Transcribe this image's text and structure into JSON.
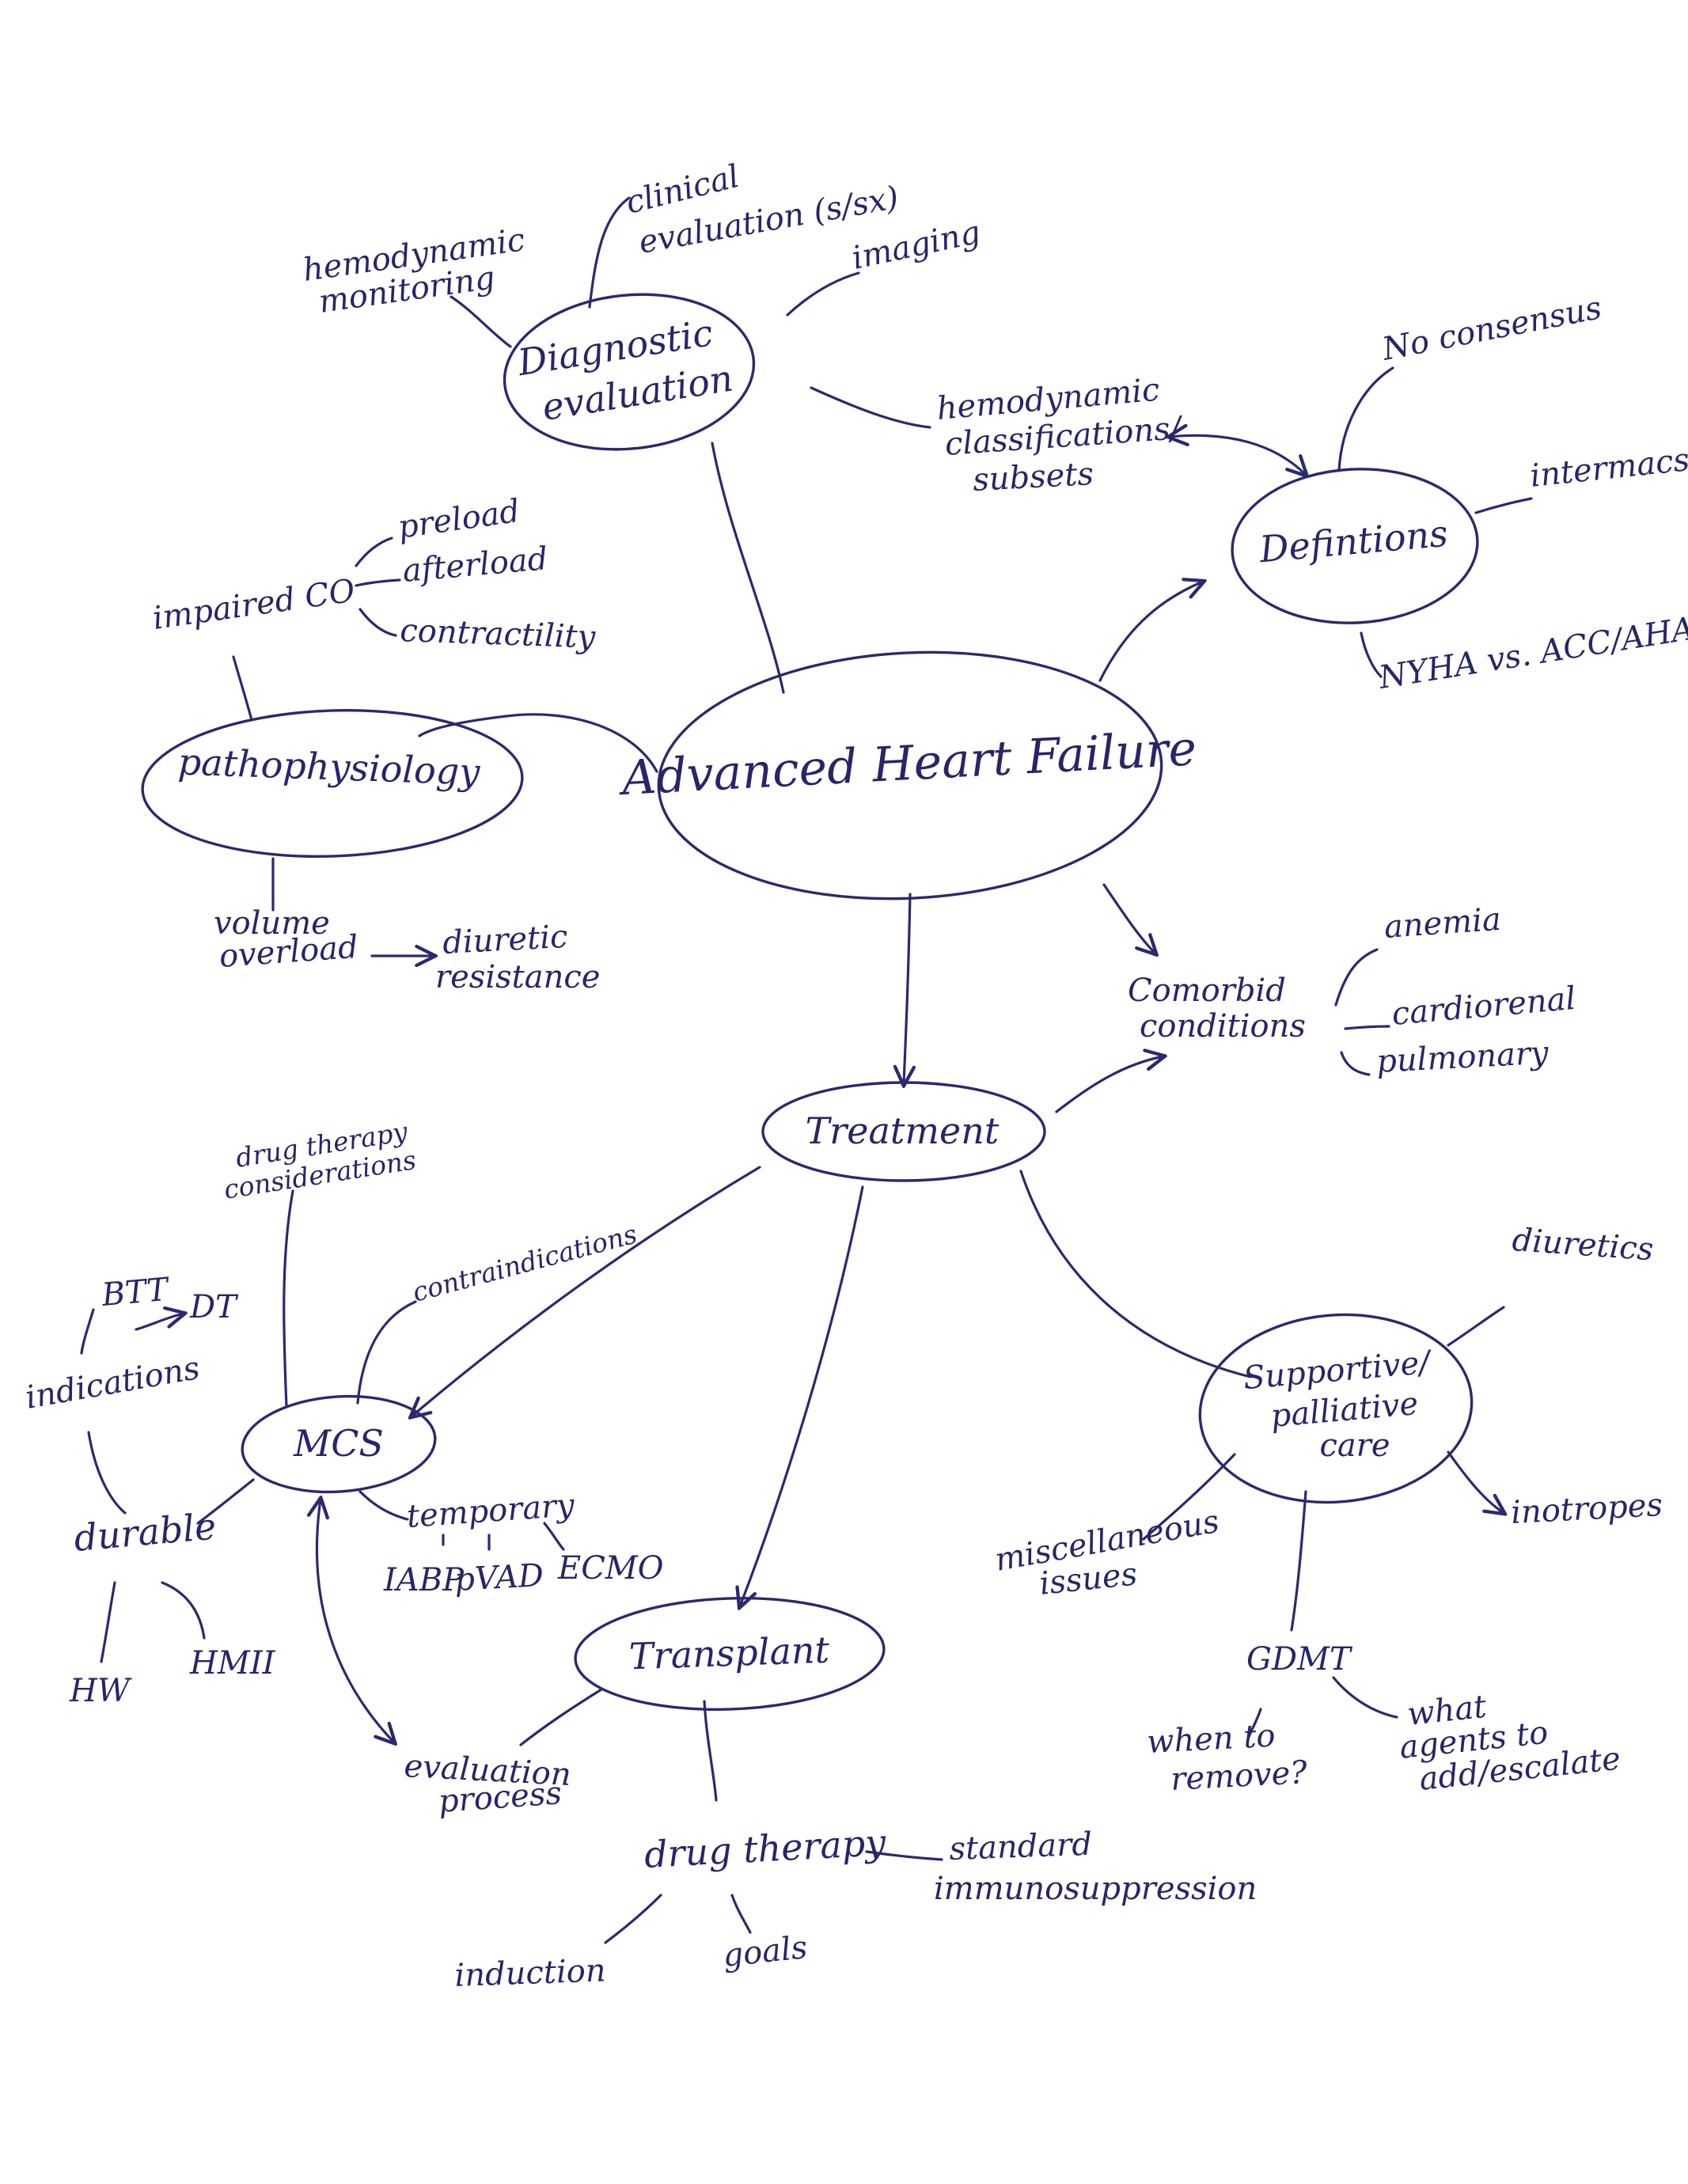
{
  "central": "Advanced Heart Failure",
  "hubs": {
    "diagnostic": [
      "Diagnostic",
      "evaluation"
    ],
    "definitions": "Defintions",
    "pathophysiology": "pathophysiology",
    "treatment": "Treatment",
    "mcs": "MCS",
    "transplant": "Transplant",
    "supportive": [
      "Supportive/",
      "palliative",
      "care"
    ]
  },
  "diagnostic_topics": {
    "clinical": [
      "clinical",
      "evaluation (s/sx)"
    ],
    "imaging": "imaging",
    "hemodynamic_monitoring": [
      "hemodynamic",
      "monitoring"
    ],
    "hemodynamic_classifications": [
      "hemodynamic",
      "classifications/",
      "subsets"
    ]
  },
  "definition_topics": {
    "no_consensus": "No consensus",
    "intermacs": "intermacs",
    "nyha": "NYHA vs. ACC/AHA"
  },
  "pathophysiology_topics": {
    "impaired_co": "impaired CO",
    "preload": "preload",
    "afterload": "afterload",
    "contractility": "contractility",
    "volume_overload": [
      "volume",
      "overload"
    ],
    "diuretic_resistance": [
      "diuretic",
      "resistance"
    ]
  },
  "comorbid": {
    "label": [
      "Comorbid",
      "conditions"
    ],
    "anemia": "anemia",
    "cardiorenal": "cardiorenal",
    "pulmonary": "pulmonary"
  },
  "mcs_topics": {
    "drug_therapy_considerations": [
      "drug therapy",
      "considerations"
    ],
    "contraindications": "contraindications",
    "btt": "BTT",
    "dt": "DT",
    "indications": "indications",
    "durable": "durable",
    "hw": "HW",
    "hmii": "HMII",
    "temporary": "temporary",
    "iabp": "IABP",
    "pvad": "pVAD",
    "ecmo": "ECMO"
  },
  "transplant_topics": {
    "evaluation_process": [
      "evaluation",
      "process"
    ],
    "drug_therapy": "drug therapy",
    "standard_immunosuppression": [
      "standard",
      "immunosuppression"
    ],
    "induction": "induction",
    "goals": "goals"
  },
  "supportive_topics": {
    "diuretics": "diuretics",
    "inotropes": "inotropes",
    "misc_issues": [
      "miscellaneous",
      "issues"
    ],
    "gdmt": "GDMT",
    "when_to_remove": [
      "when to",
      "remove?"
    ],
    "what_agents": [
      "what",
      "agents to",
      "add/escalate"
    ]
  },
  "colors": {
    "ink": "#2a2a6e",
    "paper": "#ffffff"
  }
}
